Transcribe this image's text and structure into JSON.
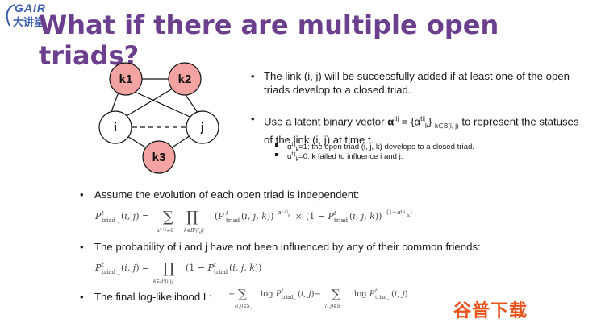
{
  "logo": {
    "brand": "GAIR",
    "brand_cn": "大讲堂"
  },
  "slide": {
    "title": "What if there are multiple open triads?"
  },
  "diagram": {
    "nodes": [
      {
        "id": "k1",
        "label": "k1",
        "fill": "#f4a3a3"
      },
      {
        "id": "k2",
        "label": "k2",
        "fill": "#f4a3a3"
      },
      {
        "id": "i",
        "label": "i",
        "fill": "#ffffff"
      },
      {
        "id": "j",
        "label": "j",
        "fill": "#ffffff"
      },
      {
        "id": "k3",
        "label": "k3",
        "fill": "#f4a3a3"
      }
    ]
  },
  "right_bullets": {
    "b1": "The link (i, j) will be successfully added if at least one of the open triads develop to a closed triad.",
    "b2_pre": "Use a latent binary vector ",
    "b2_alpha": "α",
    "b2_sup": "tij",
    "b2_mid": " = {α",
    "b2_sup2": "tij",
    "b2_subk": "k",
    "b2_close": "}",
    "b2_set": "k∈B(i, j)",
    "b2_post": " to represent the statuses of the link (i, j) at time t.",
    "sub1": "α",
    "sub1_sup": "tij",
    "sub1_sub": "k",
    "sub1_text": "=1: the open triad (i, j, k) develops to a closed triad.",
    "sub2": "α",
    "sub2_sup": "tij",
    "sub2_sub": "k",
    "sub2_text": "=0: k failed to influence i and j."
  },
  "bottom_bullets": {
    "b1": "Assume the evolution of each open triad is independent:",
    "b2": "The probability of i and j have not been influenced by any of their common friends:",
    "b3": "The final log-likelihood L:"
  },
  "bullet_char": "•",
  "watermark": "谷普下载",
  "accent": {
    "title": "#6b3f8e",
    "node_fill": "#f4a3a3",
    "watermark": "#e8541c"
  }
}
